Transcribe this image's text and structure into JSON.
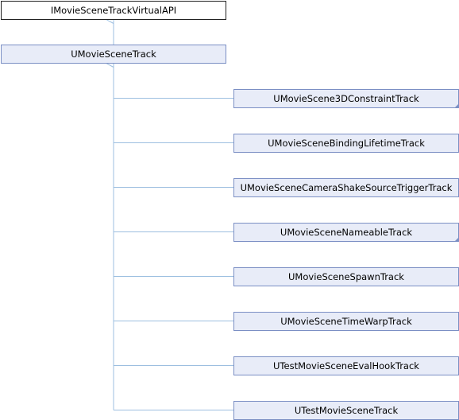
{
  "diagram": {
    "nodes": [
      {
        "id": "api",
        "label": "IMovieSceneTrackVirtualAPI",
        "style": "plain"
      },
      {
        "id": "track",
        "label": "UMovieSceneTrack",
        "style": "class"
      },
      {
        "id": "c1",
        "label": "UMovieScene3DConstraintTrack",
        "style": "class",
        "has_more": true
      },
      {
        "id": "c2",
        "label": "UMovieSceneBindingLifetimeTrack",
        "style": "class"
      },
      {
        "id": "c3",
        "label": "UMovieSceneCameraShakeSourceTriggerTrack",
        "style": "class"
      },
      {
        "id": "c4",
        "label": "UMovieSceneNameableTrack",
        "style": "class",
        "has_more": true
      },
      {
        "id": "c5",
        "label": "UMovieSceneSpawnTrack",
        "style": "class"
      },
      {
        "id": "c6",
        "label": "UMovieSceneTimeWarpTrack",
        "style": "class"
      },
      {
        "id": "c7",
        "label": "UTestMovieSceneEvalHookTrack",
        "style": "class"
      },
      {
        "id": "c8",
        "label": "UTestMovieSceneTrack",
        "style": "class"
      }
    ],
    "edges": [
      {
        "from": "track",
        "to": "api"
      },
      {
        "from": "c1",
        "to": "track"
      },
      {
        "from": "c2",
        "to": "track"
      },
      {
        "from": "c3",
        "to": "track"
      },
      {
        "from": "c4",
        "to": "track"
      },
      {
        "from": "c5",
        "to": "track"
      },
      {
        "from": "c6",
        "to": "track"
      },
      {
        "from": "c7",
        "to": "track"
      },
      {
        "from": "c8",
        "to": "track"
      }
    ],
    "colors": {
      "edge": "#9dbfe0",
      "class_fill": "#e8ecf8",
      "class_border": "#7b8fc4",
      "plain_fill": "#ffffff",
      "plain_border": "#222222",
      "text": "#000000"
    }
  }
}
